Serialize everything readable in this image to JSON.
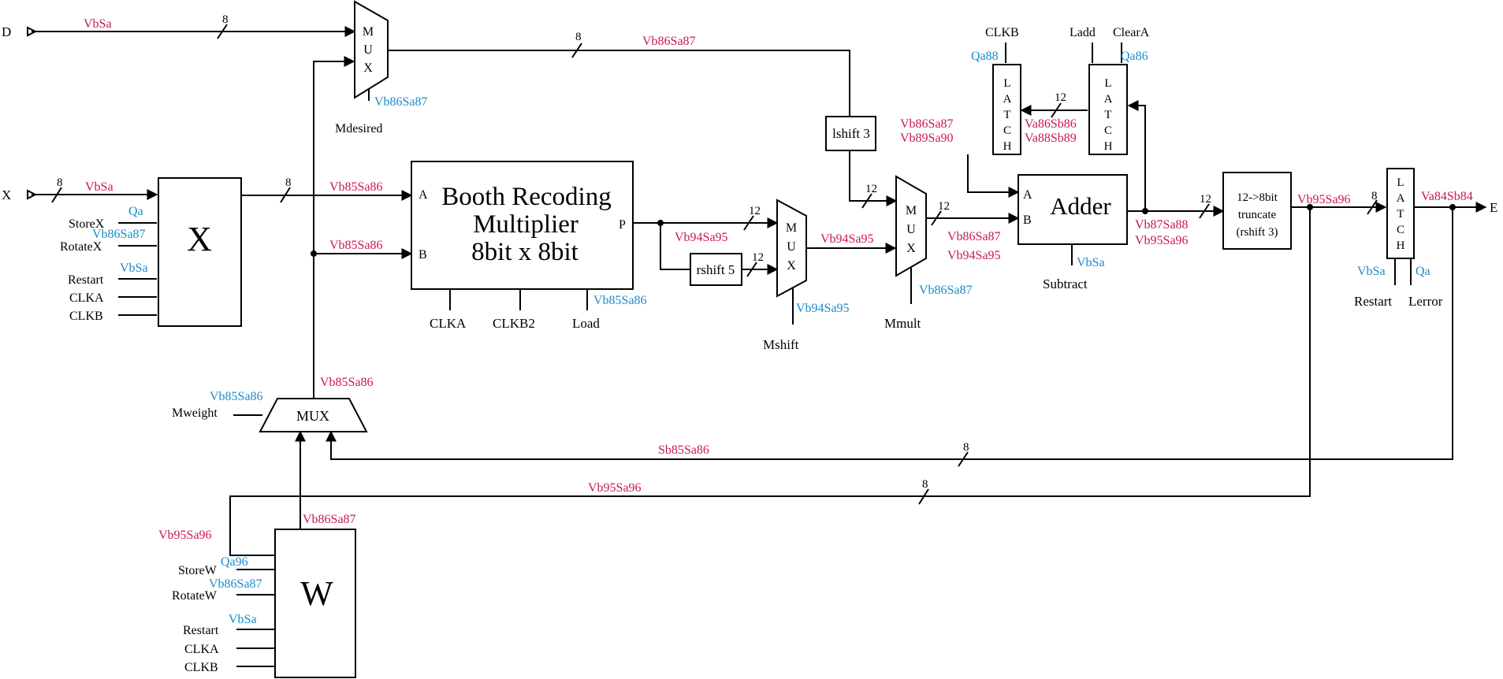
{
  "colors": {
    "wire": "#000000",
    "magenta": "#c8175d",
    "blue": "#1a8cc8"
  },
  "inputs": {
    "d": "D",
    "x": "X"
  },
  "output": {
    "e": "E"
  },
  "x_register": {
    "title": "X",
    "ports": [
      "StoreX",
      "RotateX",
      "Restart",
      "CLKA",
      "CLKB"
    ],
    "tags": [
      "Qa",
      "Vb86Sa87",
      "VbSa"
    ]
  },
  "w_register": {
    "title": "W",
    "ports": [
      "StoreW",
      "RotateW",
      "Restart",
      "CLKA",
      "CLKB"
    ],
    "tags": [
      "Qa96",
      "Vb86Sa87",
      "VbSa"
    ]
  },
  "multiplier": {
    "title1": "Booth Recoding",
    "title2": "Multiplier",
    "title3": "8bit x 8bit",
    "port_a": "A",
    "port_b": "B",
    "port_p": "P",
    "controls": [
      "CLKA",
      "CLKB2",
      "Load"
    ],
    "tag": "Vb85Sa86"
  },
  "adder": {
    "title": "Adder",
    "port_a": "A",
    "port_b": "B",
    "control": "Subtract",
    "tag": "VbSa"
  },
  "truncate": {
    "line1": "12->8bit",
    "line2": "truncate",
    "line3": "(rshift 3)"
  },
  "mux_top": {
    "letters": [
      "M",
      "U",
      "X"
    ],
    "control": "Mdesired",
    "tag": "Vb86Sa87"
  },
  "mux_weight": {
    "label": "MUX",
    "control": "Mweight",
    "tag": "Vb85Sa86"
  },
  "mux_shift": {
    "letters": [
      "M",
      "U",
      "X"
    ],
    "control": "Mshift",
    "tag": "Vb94Sa95"
  },
  "mux_mult": {
    "letters": [
      "M",
      "U",
      "X"
    ],
    "control": "Mmult",
    "tag": "Vb86Sa87"
  },
  "lshift": {
    "label": "lshift 3"
  },
  "rshift": {
    "label": "rshift 5"
  },
  "latch_clkb": {
    "letters": [
      "L",
      "A",
      "T",
      "C",
      "H"
    ],
    "control": "CLKB",
    "tag": "Qa88"
  },
  "latch_add": {
    "letters": [
      "L",
      "A",
      "T",
      "C",
      "H"
    ],
    "control1": "Ladd",
    "control2": "ClearA",
    "tag": "Qa86"
  },
  "latch_out": {
    "letters": [
      "L",
      "A",
      "T",
      "C",
      "H"
    ],
    "control1": "Restart",
    "control2": "Lerror",
    "tag1": "VbSa",
    "tag2": "Qa"
  },
  "bus_widths": {
    "eight": "8",
    "twelve": "12"
  },
  "signals": {
    "d_in": "VbSa",
    "x_in": "VbSa",
    "mux_top_out": "Vb86Sa87",
    "x_out": "Vb85Sa86",
    "b_in": "Vb85Sa86",
    "mux_weight_out": "Vb85Sa86",
    "w_out": "Vb86Sa87",
    "w_feedback": "Vb95Sa96",
    "p_out": "Vb94Sa95",
    "mux_shift_out": "Vb94Sa95",
    "mux_mult_out1": "Vb86Sa87",
    "mux_mult_out2": "Vb94Sa95",
    "latch_a1": "Vb86Sa87",
    "latch_a2": "Vb89Sa90",
    "latch_mid1": "Va86Sb86",
    "latch_mid2": "Va88Sb89",
    "adder_out1": "Vb87Sa88",
    "adder_out2": "Vb95Sa96",
    "trunc_out": "Vb95Sa96",
    "out_final": "Va84Sb84",
    "feedback_e": "Sb85Sa86",
    "feedback_w": "Vb95Sa96"
  }
}
